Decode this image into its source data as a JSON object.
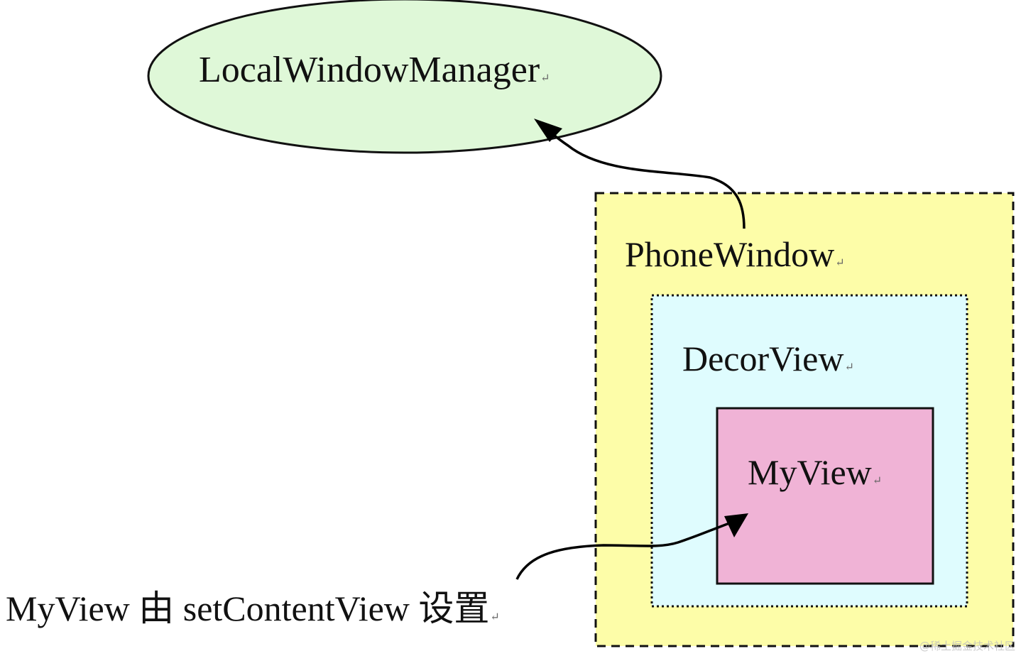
{
  "diagram": {
    "local_window_manager": {
      "label": "LocalWindowManager",
      "fill": "#dff8d8"
    },
    "phone_window": {
      "label": "PhoneWindow",
      "fill": "#fdfda8",
      "border": "dashed"
    },
    "decor_view": {
      "label": "DecorView",
      "fill": "#dffcfe",
      "border": "dotted"
    },
    "my_view": {
      "label": "MyView",
      "fill": "#f0b3d6",
      "border": "solid"
    },
    "caption": "MyView 由 setContentView 设置",
    "paragraph_mark": "↵",
    "edges": [
      {
        "from": "PhoneWindow",
        "to": "LocalWindowManager"
      },
      {
        "from": "MyView 由 setContentView 设置",
        "to": "MyView"
      }
    ]
  },
  "watermark": "@稀土掘金技术社区"
}
